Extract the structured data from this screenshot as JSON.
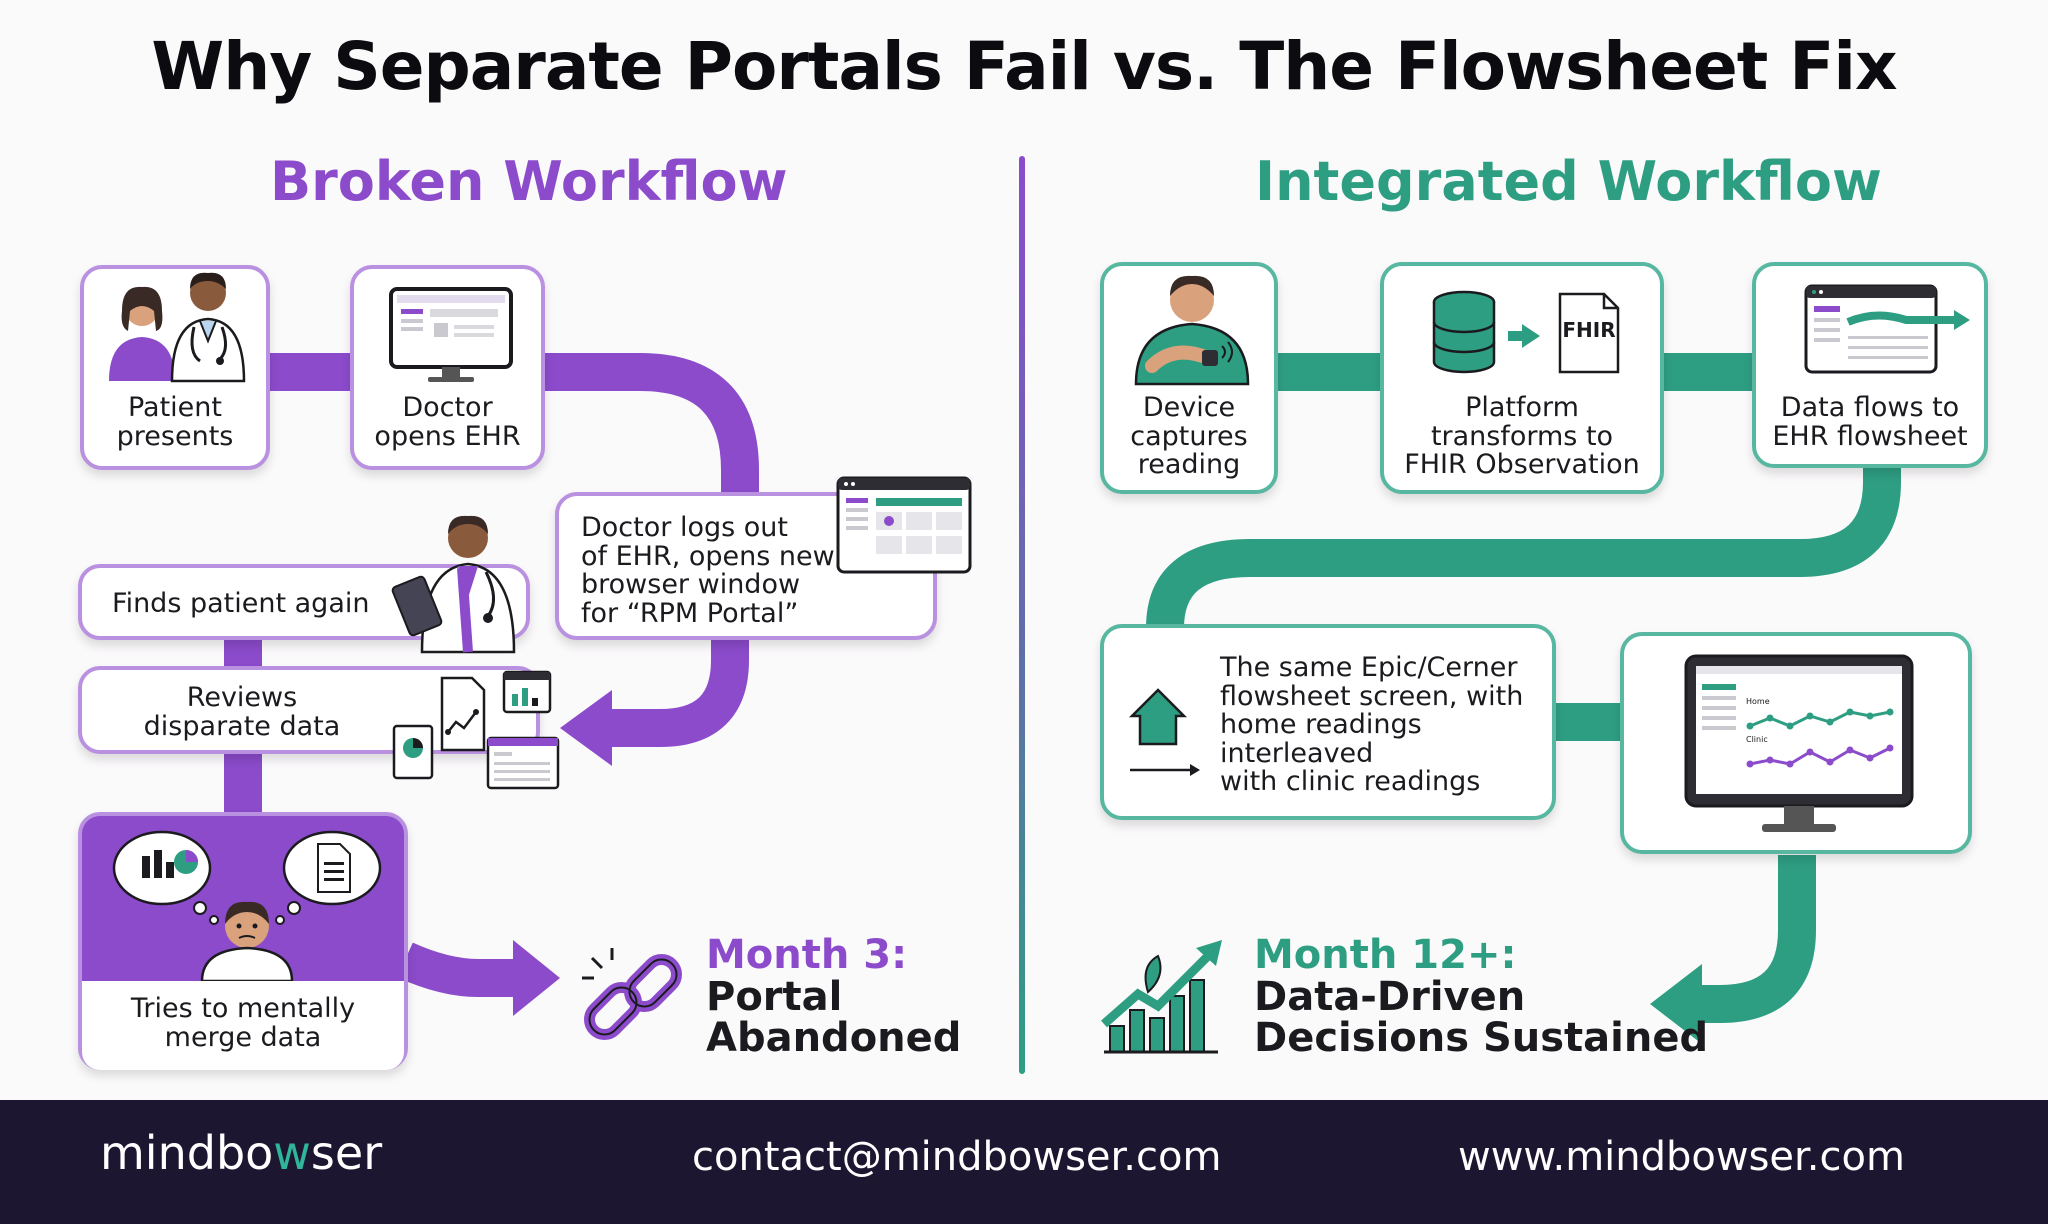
{
  "title": "Why Separate Portals Fail vs. The Flowsheet Fix",
  "broken": {
    "heading": "Broken Workflow",
    "patient_presents": [
      "Patient",
      "presents"
    ],
    "doctor_opens_ehr": [
      "Doctor",
      "opens EHR"
    ],
    "logs_out": [
      "Doctor logs out",
      "of EHR, opens new",
      "browser window",
      "for “RPM Portal”"
    ],
    "finds_patient": "Finds patient again",
    "reviews": [
      "Reviews",
      "disparate data"
    ],
    "merge": [
      "Tries to mentally",
      "merge data"
    ],
    "month_label": "Month 3:",
    "outcome": [
      "Portal",
      "Abandoned"
    ]
  },
  "integrated": {
    "heading": "Integrated Workflow",
    "device": [
      "Device",
      "captures",
      "reading"
    ],
    "platform": [
      "Platform",
      "transforms to",
      "FHIR Observation"
    ],
    "fhir_label": "FHIR",
    "flows": [
      "Data flows to",
      "EHR flowsheet"
    ],
    "same_screen": [
      "The same Epic/Cerner",
      "flowsheet screen, with",
      "home readings",
      "interleaved",
      "with clinic readings"
    ],
    "chart_home": "Home",
    "chart_clinic": "Clinic",
    "month_label": "Month 12+:",
    "outcome": [
      "Data-Driven",
      "Decisions Sustained"
    ]
  },
  "footer": {
    "logo_a": "mindbo",
    "logo_w": "w",
    "logo_b": "ser",
    "email": "contact@mindbowser.com",
    "website": "www.mindbowser.com"
  },
  "colors": {
    "purple": "#8b4bcb",
    "teal": "#2e9e83",
    "footer": "#1d1631"
  }
}
